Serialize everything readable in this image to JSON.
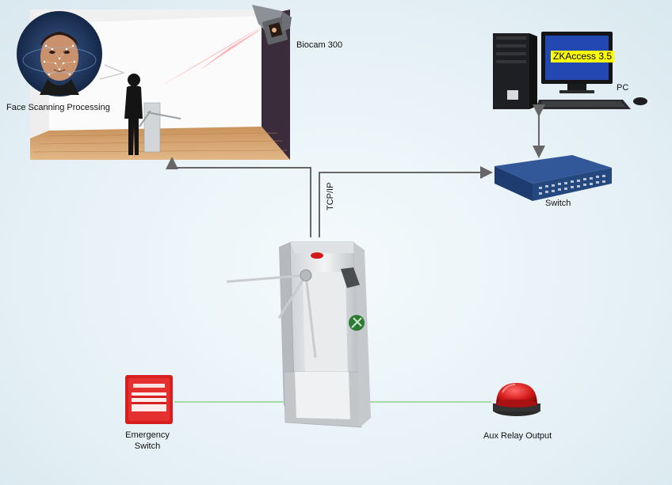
{
  "labels": {
    "face_scanning": "Face Scanning Processing",
    "biocam": "Biocam 300",
    "pc": "PC",
    "zkaccess": "ZKAccess 3.5",
    "switch": "Switch",
    "tcpip": "TCP/IP",
    "emergency_line1": "Emergency",
    "emergency_line2": "Switch",
    "aux_relay": "Aux Relay Output"
  },
  "colors": {
    "network_line": "#666666",
    "io_line": "#8fd18f",
    "beam": "#e83030",
    "alarm_red": "#d21919"
  }
}
